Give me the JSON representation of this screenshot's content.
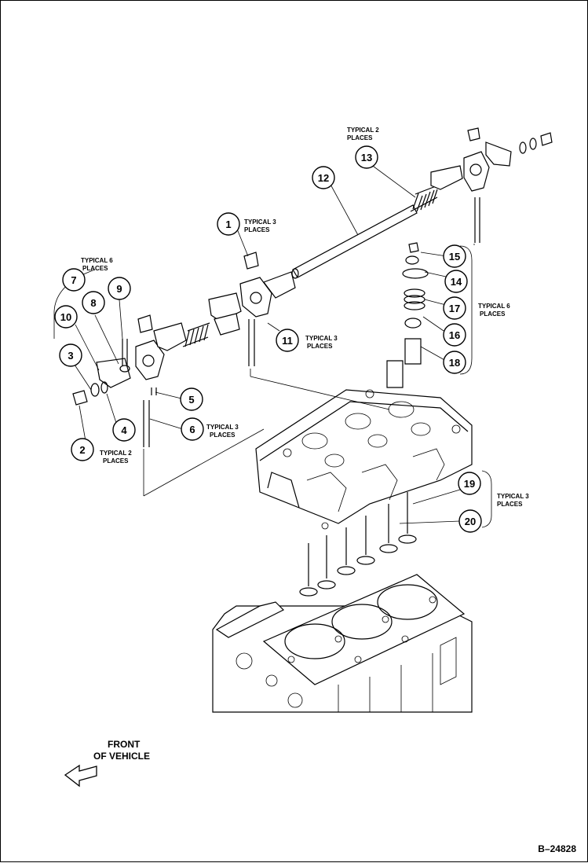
{
  "callouts": [
    {
      "id": "1",
      "label": "1"
    },
    {
      "id": "2",
      "label": "2"
    },
    {
      "id": "3",
      "label": "3"
    },
    {
      "id": "4",
      "label": "4"
    },
    {
      "id": "5",
      "label": "5"
    },
    {
      "id": "6",
      "label": "6"
    },
    {
      "id": "7",
      "label": "7"
    },
    {
      "id": "8",
      "label": "8"
    },
    {
      "id": "9",
      "label": "9"
    },
    {
      "id": "10",
      "label": "10"
    },
    {
      "id": "11",
      "label": "11"
    },
    {
      "id": "12",
      "label": "12"
    },
    {
      "id": "13",
      "label": "13"
    },
    {
      "id": "14",
      "label": "14"
    },
    {
      "id": "15",
      "label": "15"
    },
    {
      "id": "16",
      "label": "16"
    },
    {
      "id": "17",
      "label": "17"
    },
    {
      "id": "18",
      "label": "18"
    },
    {
      "id": "19",
      "label": "19"
    },
    {
      "id": "20",
      "label": "20"
    }
  ],
  "notes": {
    "typical2_top": [
      "TYPICAL 2",
      "PLACES"
    ],
    "typical3_item1": [
      "TYPICAL 3",
      "PLACES"
    ],
    "typical6_item7": [
      "TYPICAL 6",
      "PLACES"
    ],
    "typical3_item11": [
      "TYPICAL 3",
      "PLACES"
    ],
    "typical6_right": [
      "TYPICAL 6",
      "PLACES"
    ],
    "typical3_item6": [
      "TYPICAL 3",
      "PLACES"
    ],
    "typical2_item2": [
      "TYPICAL 2",
      "PLACES"
    ],
    "typical3_valves": [
      "TYPICAL 3",
      "PLACES"
    ]
  },
  "front_label": [
    "FRONT",
    "OF VEHICLE"
  ],
  "figure_ref": "B–24828"
}
